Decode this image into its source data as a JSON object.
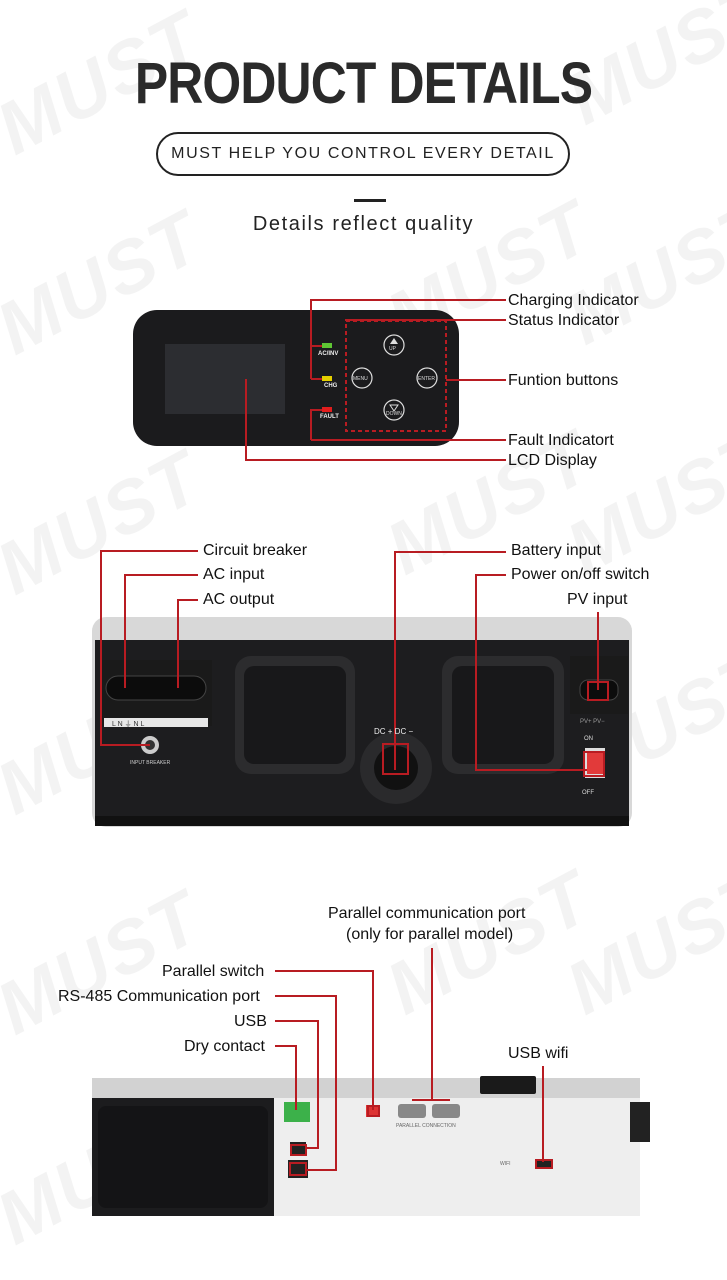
{
  "heading": {
    "title": "PRODUCT DETAILS",
    "tagline": "MUST HELP YOU CONTROL EVERY DETAIL",
    "subtitle": "Details reflect quality"
  },
  "watermark": "MUST",
  "panel": {
    "indicators": [
      "AC/INV",
      "CHG",
      "FAULT"
    ],
    "buttons": [
      "UP",
      "MENU",
      "ENTER",
      "DOWN"
    ],
    "callouts": [
      "Charging Indicator",
      "Status Indicator",
      "Funtion buttons",
      "Fault Indicatort",
      "LCD Display"
    ]
  },
  "front": {
    "terminals": "L  N  ⏚  N  L",
    "breaker_label": "INPUT BREAKER",
    "dc_label": "DC +   DC −",
    "pv_label": "PV+   PV−",
    "on_label": "ON",
    "off_label": "OFF",
    "callouts_left": [
      "Circuit breaker",
      "AC input",
      "AC output"
    ],
    "callouts_right": [
      "Battery input",
      "Power on/off switch",
      "PV input"
    ]
  },
  "bottom": {
    "parallel_port_line1": "Parallel communication port",
    "parallel_port_line2": "(only for parallel model)",
    "callouts_left": [
      "Parallel switch",
      "RS-485 Communication port",
      "USB",
      "Dry contact"
    ],
    "usb_wifi": "USB wifi",
    "parallel_connection": "PARALLEL CONNECTION",
    "wifi_small": "WIFI"
  },
  "colors": {
    "accent": "#b81c22",
    "device": "#222222"
  }
}
